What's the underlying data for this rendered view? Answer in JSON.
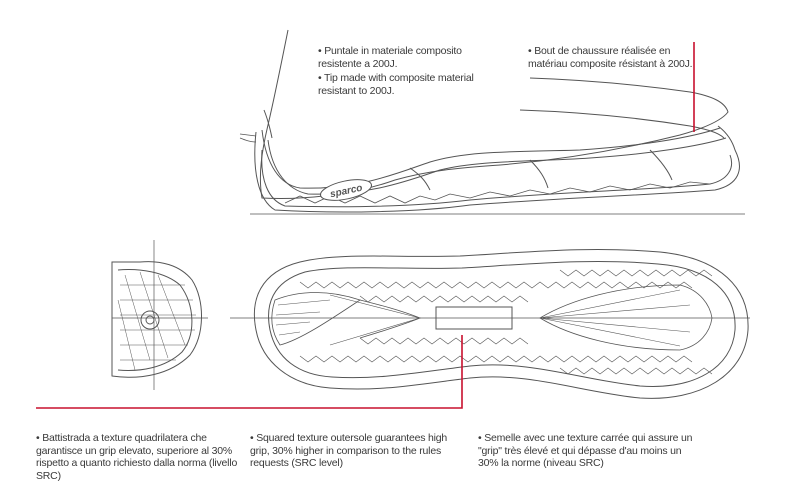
{
  "notes": {
    "it_top": "• Puntale in materiale composito resistente a 200J.",
    "en_top": "• Tip made with composite material resistant to 200J.",
    "fr_top": "• Bout de chaussure réalisée en matériau composite résistant à 200J.",
    "it_bottom": "• Battistrada a texture quadrilatera che garantisce un grip elevato, superiore al 30% rispetto a quanto richiesto dalla norma (livello SRC)",
    "en_bottom": "• Squared texture outersole guarantees high grip, 30% higher in comparison to the rules requests (SRC level)",
    "fr_bottom": "• Semelle avec une texture carrée qui assure un \"grip\" très élevé et qui dépasse d'au moins un 30% la norme (niveau SRC)"
  },
  "brand": {
    "logo_text": "sparco"
  },
  "colors": {
    "line": "#555555",
    "callout": "#c8102e"
  }
}
